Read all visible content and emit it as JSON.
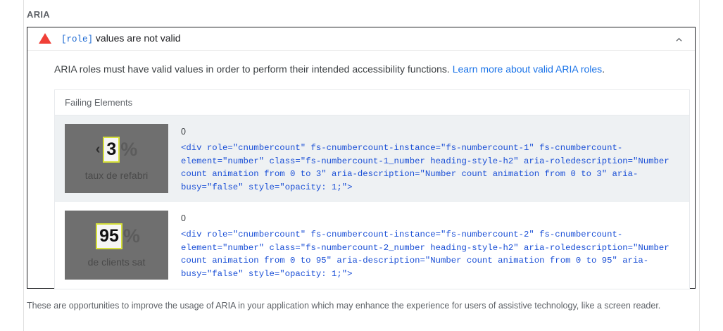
{
  "group": {
    "title": "ARIA",
    "footer": "These are opportunities to improve the usage of ARIA in your application which may enhance the experience for users of assistive technology, like a screen reader."
  },
  "audit": {
    "severity_icon": "warning-triangle-icon",
    "severity_color": "#f03f37",
    "title_code": "[role]",
    "title_text": " values are not valid",
    "expanded": true,
    "collapse_icon": "chevron-up-icon",
    "description_text": "ARIA roles must have valid values in order to perform their intended accessibility functions. ",
    "learn_more_label": "Learn more about valid ARIA roles",
    "description_suffix": ".",
    "link_color": "#1a73e8"
  },
  "table": {
    "header": "Failing Elements",
    "rows": [
      {
        "thumbnail": {
          "caret": "‹",
          "number": "3",
          "percent": "%",
          "caption": "taux de refabri",
          "highlight_color": "#d6e03a"
        },
        "label": "0",
        "code": "<div role=\"cnumbercount\" fs-cnumbercount-instance=\"fs-numbercount-1\" fs-cnumbercount-element=\"number\" class=\"fs-numbercount-1_number heading-style-h2\" aria-roledescription=\"Number count animation from 0 to 3\" aria-description=\"Number count animation from 0 to 3\" aria-busy=\"false\" style=\"opacity: 1;\">"
      },
      {
        "thumbnail": {
          "caret": "",
          "number": "95",
          "percent": "%",
          "caption": "de clients sat",
          "highlight_color": "#d6e03a"
        },
        "label": "0",
        "code": "<div role=\"cnumbercount\" fs-cnumbercount-instance=\"fs-numbercount-2\" fs-cnumbercount-element=\"number\" class=\"fs-numbercount-2_number heading-style-h2\" aria-roledescription=\"Number count animation from 0 to 95\" aria-description=\"Number count animation from 0 to 95\" aria-busy=\"false\" style=\"opacity: 1;\">"
      }
    ]
  }
}
